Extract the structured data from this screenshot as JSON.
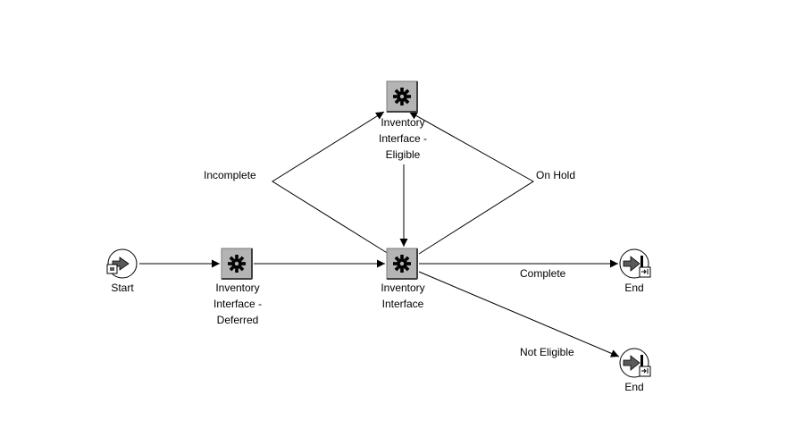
{
  "nodes": {
    "start": {
      "label": "Start",
      "icon": "start-icon"
    },
    "deferred": {
      "label_lines": [
        "Inventory",
        "Interface -",
        "Deferred"
      ],
      "icon": "gear-icon"
    },
    "eligible": {
      "label_lines": [
        "Inventory",
        "Interface -",
        "Eligible"
      ],
      "icon": "gear-icon"
    },
    "interface": {
      "label_lines": [
        "Inventory",
        "Interface"
      ],
      "icon": "gear-icon"
    },
    "end_complete": {
      "label": "End",
      "icon": "end-icon"
    },
    "end_not_eligible": {
      "label": "End",
      "icon": "end-icon"
    }
  },
  "edges": {
    "incomplete": "Incomplete",
    "on_hold": "On Hold",
    "complete": "Complete",
    "not_eligible": "Not Eligible"
  },
  "colors": {
    "line": "#000000",
    "gear_box": "#b4b4b4",
    "gear": "#000000",
    "circle_node": "#ffffff",
    "arrow_fill": "#5a5a5a"
  }
}
